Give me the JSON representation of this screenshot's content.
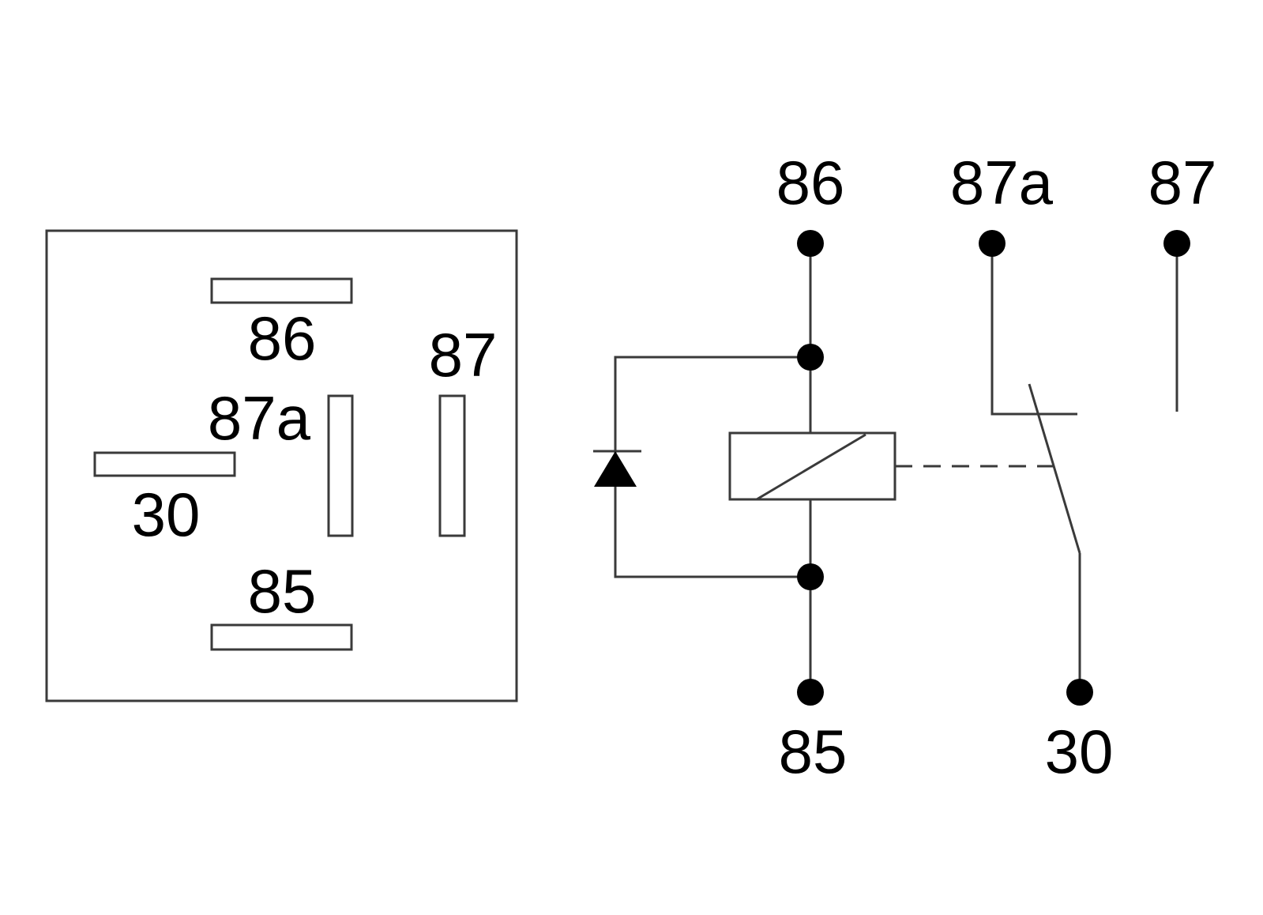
{
  "footprint": {
    "pins": [
      {
        "id": "86",
        "label": "86"
      },
      {
        "id": "87",
        "label": "87"
      },
      {
        "id": "87a",
        "label": "87a"
      },
      {
        "id": "30",
        "label": "30"
      },
      {
        "id": "85",
        "label": "85"
      }
    ]
  },
  "schematic": {
    "terminals": {
      "t86": "86",
      "t87a": "87a",
      "t87": "87",
      "t85": "85",
      "t30": "30"
    }
  },
  "colors": {
    "line": "#3a3a3a",
    "text": "#000000",
    "dot": "#000000",
    "background": "#ffffff"
  }
}
